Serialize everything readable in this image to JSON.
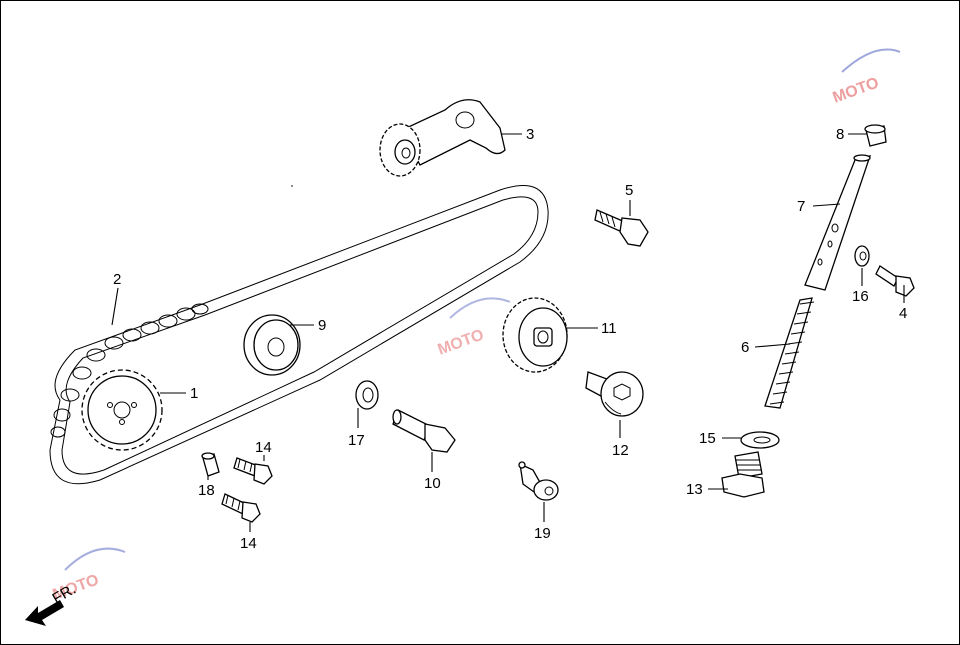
{
  "diagram": {
    "callouts": [
      {
        "id": "c1",
        "text": "1"
      },
      {
        "id": "c2",
        "text": "2"
      },
      {
        "id": "c3",
        "text": "3"
      },
      {
        "id": "c4",
        "text": "4"
      },
      {
        "id": "c5",
        "text": "5"
      },
      {
        "id": "c6",
        "text": "6"
      },
      {
        "id": "c7",
        "text": "7"
      },
      {
        "id": "c8",
        "text": "8"
      },
      {
        "id": "c9",
        "text": "9"
      },
      {
        "id": "c10",
        "text": "10"
      },
      {
        "id": "c11",
        "text": "11"
      },
      {
        "id": "c12",
        "text": "12"
      },
      {
        "id": "c13",
        "text": "13"
      },
      {
        "id": "c14a",
        "text": "14"
      },
      {
        "id": "c14b",
        "text": "14"
      },
      {
        "id": "c15",
        "text": "15"
      },
      {
        "id": "c16",
        "text": "16"
      },
      {
        "id": "c17",
        "text": "17"
      },
      {
        "id": "c18",
        "text": "18"
      },
      {
        "id": "c19",
        "text": "19"
      }
    ],
    "direction_label": "FR.",
    "watermark_text": "MOTO",
    "colors": {
      "line": "#000000",
      "watermark_red": "#e05050",
      "watermark_blue": "#5060c0"
    }
  }
}
